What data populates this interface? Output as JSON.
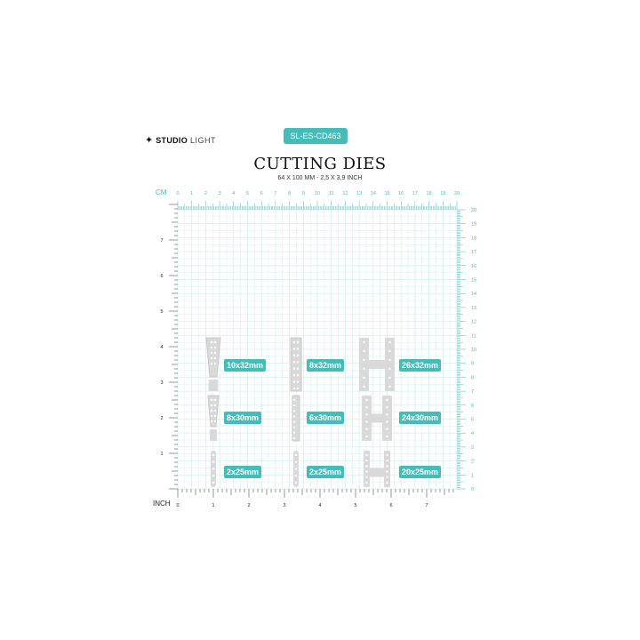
{
  "brand": {
    "name_bold": "STUDIO",
    "name_light": "LIGHT"
  },
  "product_code": "SL-ES-CD463",
  "title": "CUTTING DIES",
  "subtitle": "64 X 100 MM - 2,5 X 3,9 INCH",
  "rulers": {
    "cm_unit": "CM",
    "inch_unit": "INCH",
    "cm_labels": [
      "0",
      "1",
      "2",
      "3",
      "4",
      "5",
      "6",
      "7",
      "8",
      "9",
      "10",
      "11",
      "12",
      "13",
      "14",
      "15",
      "16",
      "17",
      "18",
      "19",
      "20"
    ],
    "inch_labels": [
      "0",
      "1",
      "2",
      "3",
      "4",
      "5",
      "6",
      "7"
    ]
  },
  "dies": [
    {
      "size": "10x32mm",
      "shape": "exclamation"
    },
    {
      "size": "8x32mm",
      "shape": "I"
    },
    {
      "size": "26x32mm",
      "shape": "H"
    },
    {
      "size": "8x30mm",
      "shape": "exclamation"
    },
    {
      "size": "6x30mm",
      "shape": "I"
    },
    {
      "size": "24x30mm",
      "shape": "H"
    },
    {
      "size": "2x25mm",
      "shape": "line"
    },
    {
      "size": "2x25mm",
      "shape": "line"
    },
    {
      "size": "20x25mm",
      "shape": "H"
    }
  ],
  "colors": {
    "accent": "#45bcb8",
    "grid": "#d4efef",
    "die": "#d9d9d9"
  }
}
